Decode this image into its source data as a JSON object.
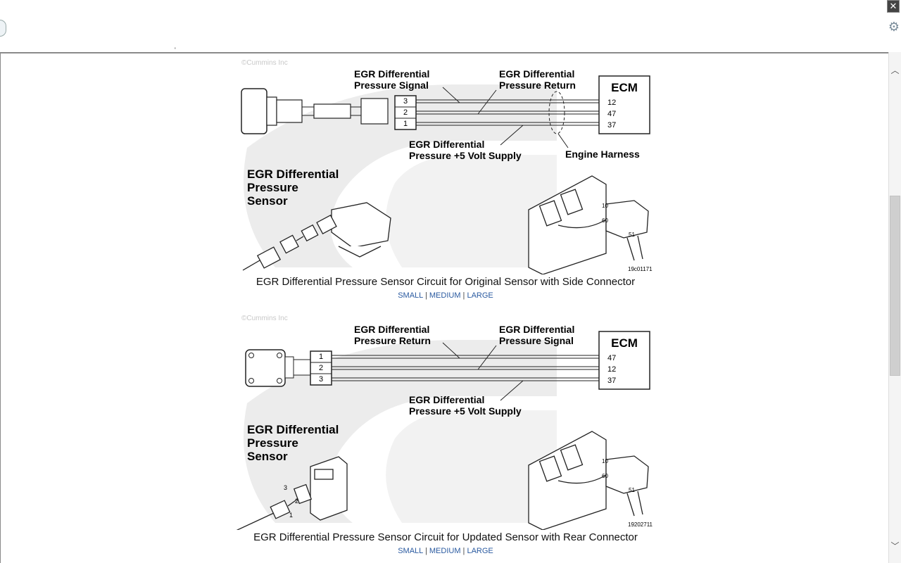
{
  "figures": [
    {
      "watermark": "©Cummins Inc",
      "label_top_left": "EGR Differential Pressure Signal",
      "label_top_left_l1": "EGR Differential",
      "label_top_left_l2": "Pressure Signal",
      "label_top_right_l1": "EGR Differential",
      "label_top_right_l2": "Pressure Return",
      "label_bottom_l1": "EGR Differential",
      "label_bottom_l2": "Pressure +5 Volt Supply",
      "harness_label": "Engine Harness",
      "ecm_label": "ECM",
      "sensor_pins": [
        "3",
        "2",
        "1"
      ],
      "ecm_pins": [
        "12",
        "47",
        "37"
      ],
      "sensor_title_l1": "EGR Differential",
      "sensor_title_l2": "Pressure",
      "sensor_title_l3": "Sensor",
      "ecm_conn_10": "10",
      "ecm_conn_60": "60",
      "ecm_conn_51": "51",
      "fig_id": "19c01171",
      "caption": "EGR Differential Pressure Sensor Circuit for Original Sensor with Side Connector",
      "sizes": {
        "small": "SMALL",
        "medium": "MEDIUM",
        "large": "LARGE",
        "sep": "|"
      }
    },
    {
      "watermark": "©Cummins Inc",
      "label_top_left_l1": "EGR Differential",
      "label_top_left_l2": "Pressure Return",
      "label_top_right_l1": "EGR Differential",
      "label_top_right_l2": "Pressure Signal",
      "label_bottom_l1": "EGR Differential",
      "label_bottom_l2": "Pressure +5 Volt Supply",
      "ecm_label": "ECM",
      "sensor_pins": [
        "1",
        "2",
        "3"
      ],
      "ecm_pins": [
        "47",
        "12",
        "37"
      ],
      "sensor_title_l1": "EGR Differential",
      "sensor_title_l2": "Pressure",
      "sensor_title_l3": "Sensor",
      "plug_pins": [
        "3",
        "2",
        "1"
      ],
      "ecm_conn_10": "10",
      "ecm_conn_60": "60",
      "ecm_conn_51": "51",
      "fig_id": "19202711",
      "caption": "EGR Differential Pressure Sensor Circuit for Updated Sensor with Rear Connector",
      "sizes": {
        "small": "SMALL",
        "medium": "MEDIUM",
        "large": "LARGE",
        "sep": "|"
      }
    }
  ],
  "window": {
    "close_glyph": "✕",
    "settings_glyph": "⚙",
    "scroll_up": "︿",
    "scroll_down": "﹀",
    "tick": "'"
  }
}
